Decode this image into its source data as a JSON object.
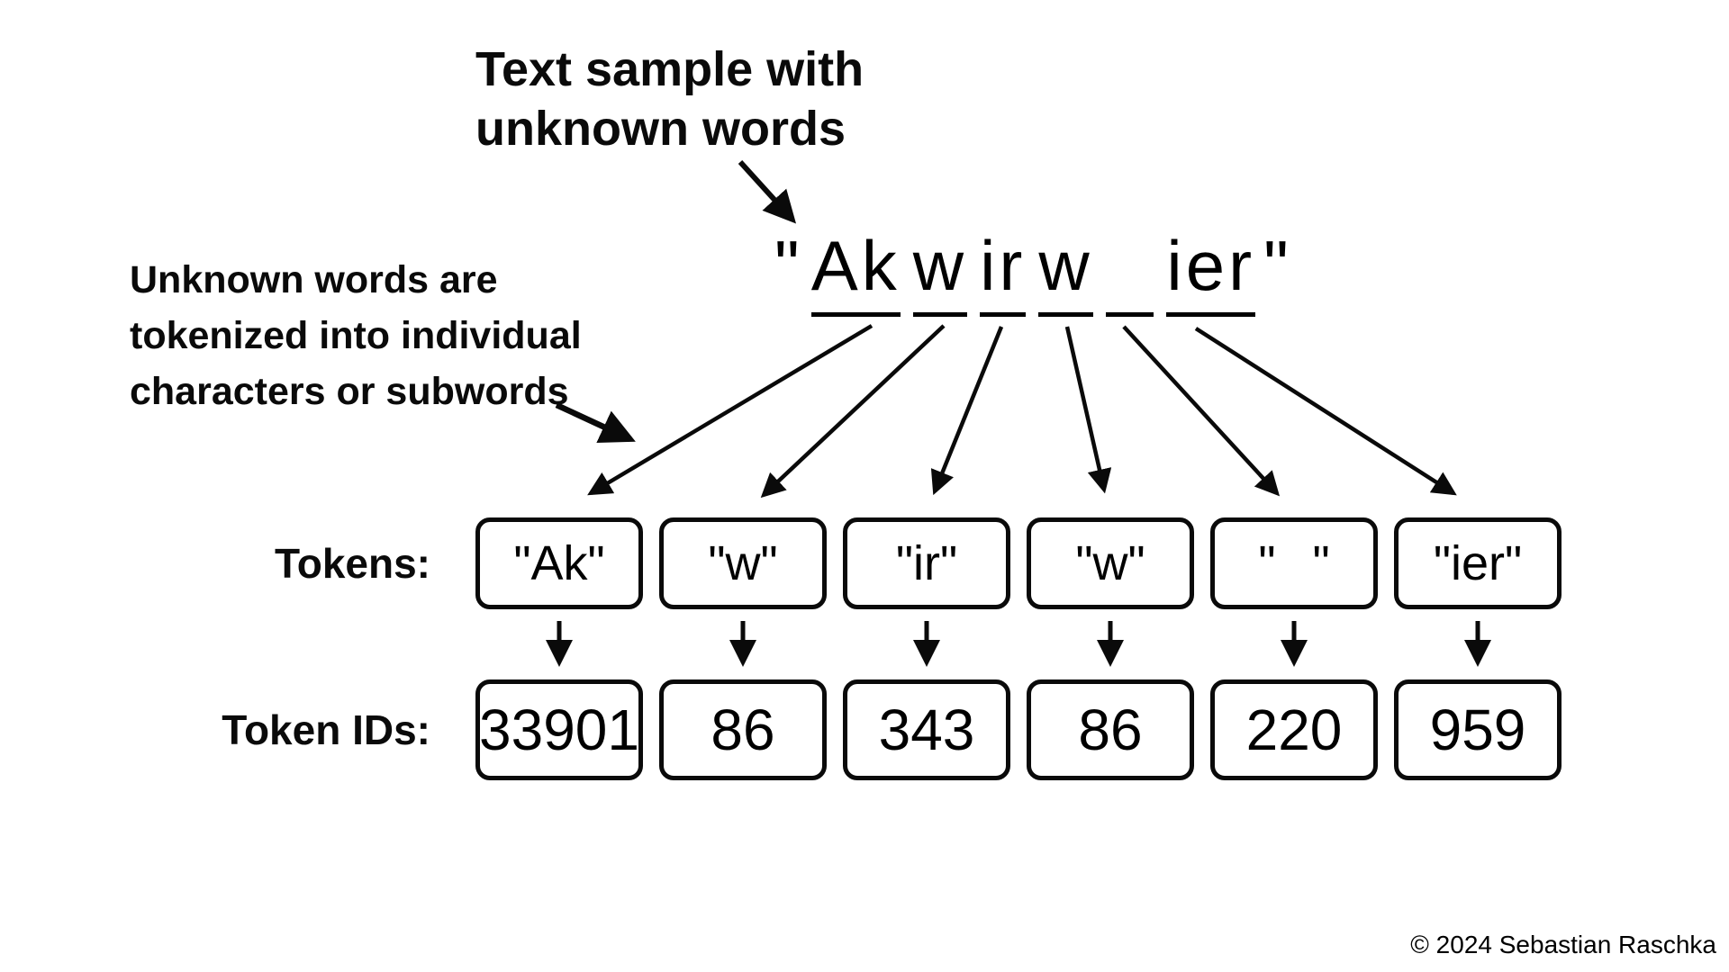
{
  "canvas": {
    "background": "#ffffff",
    "ink": "#000000"
  },
  "annotations": {
    "top_note": {
      "text": "Text sample with\nunknown words"
    },
    "left_note": {
      "text": "Unknown words are\ntokenized into individual\ncharacters or subwords"
    }
  },
  "sample": {
    "open_quote": "\"",
    "close_quote": "\"",
    "segments": [
      "Ak",
      "w",
      "ir",
      "w",
      " ",
      "ier"
    ]
  },
  "rows": {
    "tokens_label": "Tokens:",
    "token_ids_label": "Token IDs:",
    "tokens": [
      "\"Ak\"",
      "\"w\"",
      "\"ir\"",
      "\"w\"",
      "\" \"",
      "\"ier\""
    ],
    "token_ids": [
      "33901",
      "86",
      "343",
      "86",
      "220",
      "959"
    ]
  },
  "footer": {
    "copyright": "© 2024 Sebastian Raschka"
  }
}
